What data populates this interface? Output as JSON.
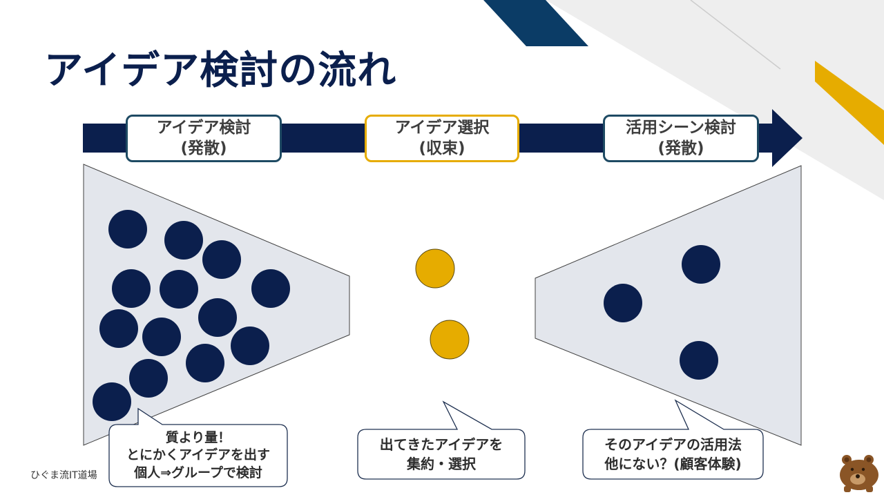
{
  "title": "アイデア検討の流れ",
  "stages": [
    {
      "line1": "アイデア検討",
      "line2": "(発散)"
    },
    {
      "line1": "アイデア選択",
      "line2": "(収束)"
    },
    {
      "line1": "活用シーン検討",
      "line2": "(発散)"
    }
  ],
  "callouts": [
    {
      "lines": [
        "質より量！",
        "とにかくアイデアを出す",
        "個人⇒グループで検討"
      ]
    },
    {
      "lines": [
        "出てきたアイデアを",
        "集約・選択"
      ]
    },
    {
      "lines": [
        "そのアイデアの活用法",
        "他にない？(顧客体験)"
      ]
    }
  ],
  "footer": "ひぐま流IT道場",
  "colors": {
    "navy": "#0b1f4d",
    "gold": "#e6ac00",
    "funnel": "#e3e6ec",
    "teal_border": "#1e4a63"
  }
}
